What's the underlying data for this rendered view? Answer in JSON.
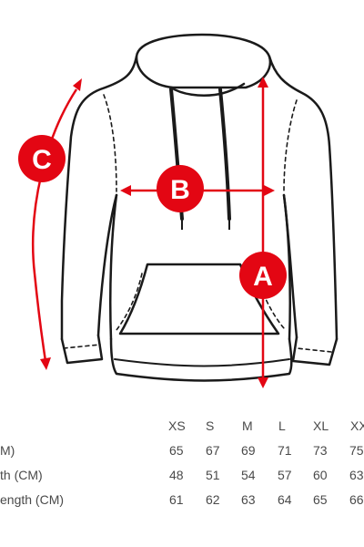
{
  "markers": {
    "a": "A",
    "b": "B",
    "c": "C"
  },
  "colors": {
    "accent": "#e30613",
    "outline": "#1a1a1a",
    "text": "#4a4a4a"
  },
  "table": {
    "sizes": [
      "XS",
      "S",
      "M",
      "L",
      "XL",
      "XX"
    ],
    "rows": [
      {
        "label": "M)",
        "values": [
          "65",
          "67",
          "69",
          "71",
          "73",
          "75"
        ]
      },
      {
        "label": "th (CM)",
        "values": [
          "48",
          "51",
          "54",
          "57",
          "60",
          "63"
        ]
      },
      {
        "label": "ength (CM)",
        "values": [
          "61",
          "62",
          "63",
          "64",
          "65",
          "66"
        ]
      }
    ]
  }
}
